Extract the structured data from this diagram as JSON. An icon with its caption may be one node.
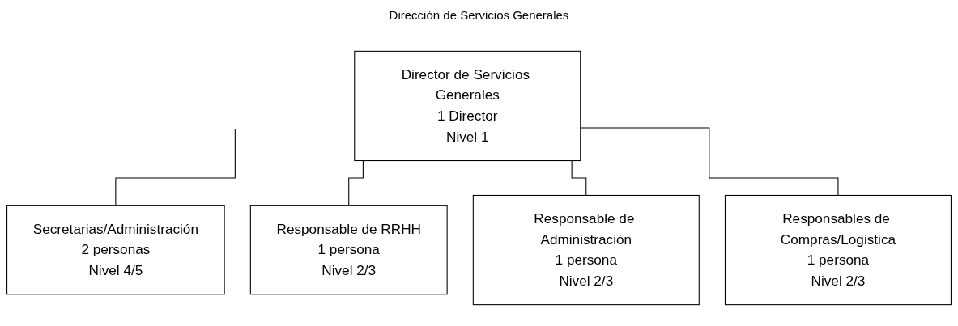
{
  "diagram": {
    "title": "Dirección de Servicios Generales",
    "nodes": [
      {
        "text": [
          "Director de Servicios Generales",
          "1 Director",
          "Nivel 1"
        ]
      },
      {
        "text": [
          "Secretarias/Administración",
          "2 personas",
          "Nivel 4/5"
        ]
      },
      {
        "text": [
          "Responsable de RRHH",
          "1 persona",
          "Nivel 2/3"
        ]
      },
      {
        "text": [
          "Responsable de Administración",
          "1 persona",
          "Nivel 2/3"
        ]
      },
      {
        "text": [
          "Responsables de Compras/Logistica",
          "1 persona",
          "Nivel 2/3"
        ]
      }
    ],
    "edges": [
      {
        "from": 0,
        "to": 1,
        "arrow": "none"
      },
      {
        "from": 0,
        "to": 2,
        "arrow": "none"
      },
      {
        "from": 0,
        "to": 3,
        "arrow": "none"
      },
      {
        "from": 0,
        "to": 4,
        "arrow": "none"
      }
    ]
  }
}
